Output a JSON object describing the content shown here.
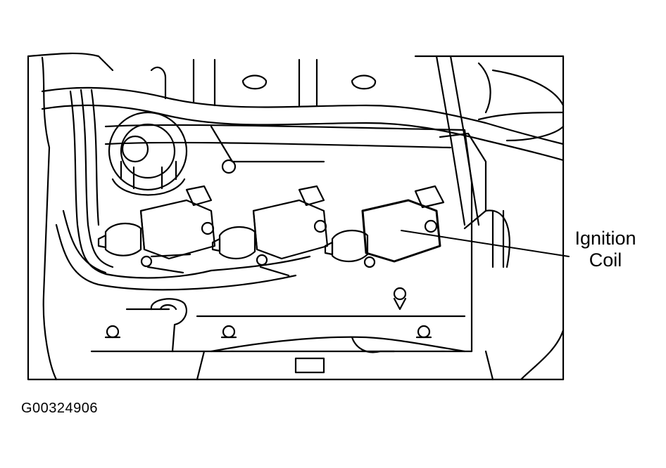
{
  "callout": {
    "line1": "Ignition",
    "line2": "Coil"
  },
  "figure_id": "G00324906",
  "colors": {
    "ink": "#000000",
    "paper": "#ffffff"
  }
}
